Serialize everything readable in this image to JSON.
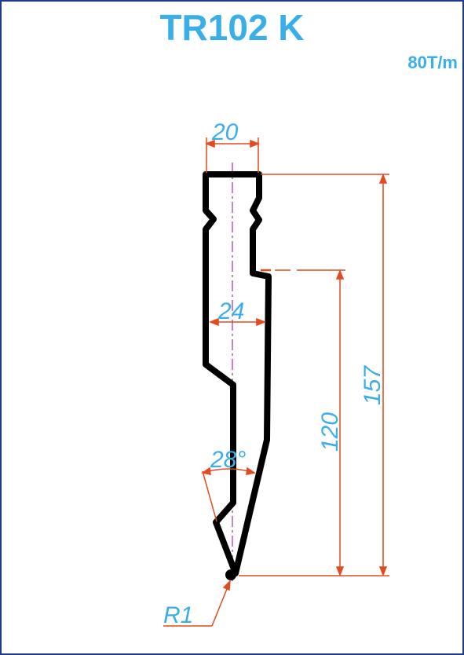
{
  "title": "TR102 K",
  "capacity": "80T/m",
  "dimensions": {
    "top_width": "20",
    "mid_width": "24",
    "working_height": "120",
    "total_height": "157",
    "angle": "28°",
    "radius": "R1"
  },
  "colors": {
    "text": "#3aaee8",
    "dimension_line": "#e34a1f",
    "profile": "#000000",
    "centerline": "#b05ab8",
    "border": "#1f3a8a"
  }
}
